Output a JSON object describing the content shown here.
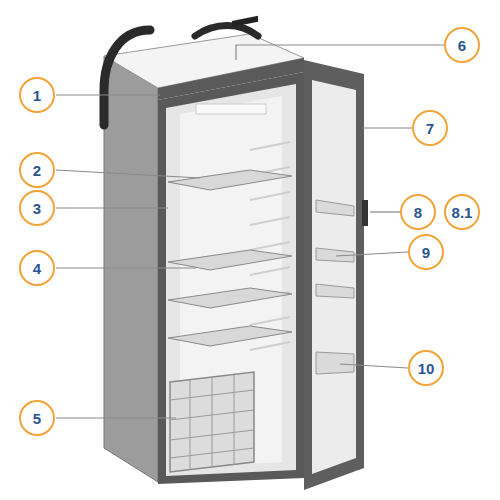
{
  "diagram": {
    "nodes": [
      {
        "text": [
          "1"
        ]
      },
      {
        "text": [
          "2"
        ]
      },
      {
        "text": [
          "3"
        ]
      },
      {
        "text": [
          "4"
        ]
      },
      {
        "text": [
          "5"
        ]
      },
      {
        "text": [
          "6"
        ]
      },
      {
        "text": [
          "7"
        ]
      },
      {
        "text": [
          "8"
        ]
      },
      {
        "text": [
          "8.1"
        ]
      },
      {
        "text": [
          "9"
        ]
      },
      {
        "text": [
          "10"
        ]
      }
    ]
  }
}
